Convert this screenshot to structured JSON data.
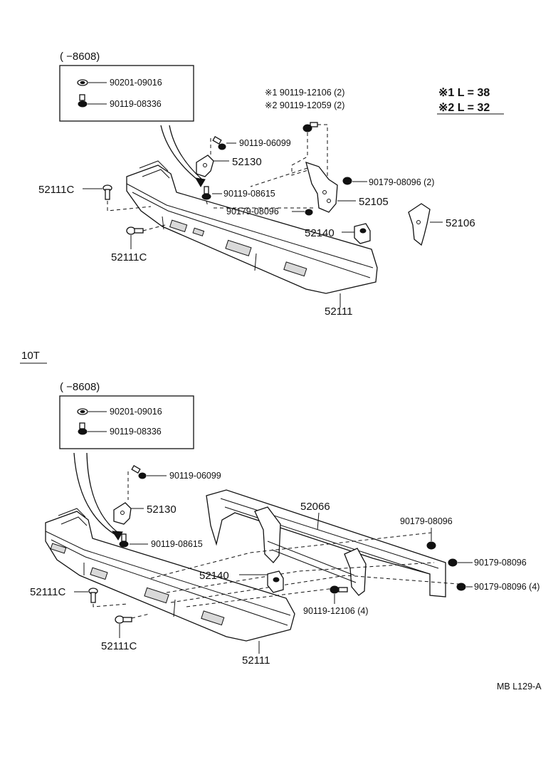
{
  "top_diagram": {
    "inset_range": "(      −8608)",
    "inset_part_washer": "90201-09016",
    "inset_part_bolt": "90119-08336",
    "note_1": "※1 90119-12106 (2)",
    "note_2": "※2 90119-12059 (2)",
    "length_note_1": "※1  L = 38",
    "length_note_2": "※2  L = 32",
    "bolt_upper": "90119-06099",
    "bracket_52130": "52130",
    "bolt_08615": "90119-08615",
    "nut_08096_a": "90179-08096",
    "nut_08096_2": "90179-08096 (2)",
    "bracket_52105": "52105",
    "bracket_52106": "52106",
    "retainer_52140": "52140",
    "bolt_52111c_left": "52111C",
    "bolt_52111c_lower": "52111C",
    "bumper_52111": "52111"
  },
  "section_label": "10T",
  "bottom_diagram": {
    "inset_range": "(      −8608)",
    "inset_part_washer": "90201-09016",
    "inset_part_bolt": "90119-08336",
    "bolt_upper": "90119-06099",
    "bracket_52130": "52130",
    "bolt_08615": "90119-08615",
    "reinforcement_52066": "52066",
    "nut_08096_top": "90179-08096",
    "nut_08096_mid": "90179-08096",
    "nut_08096_4": "90179-08096 (4)",
    "retainer_52140": "52140",
    "bolt_12106_4": "90119-12106 (4)",
    "bolt_52111c_left": "52111C",
    "bolt_52111c_lower": "52111C",
    "bumper_52111": "52111"
  },
  "footer_code": "MB   L129-A"
}
